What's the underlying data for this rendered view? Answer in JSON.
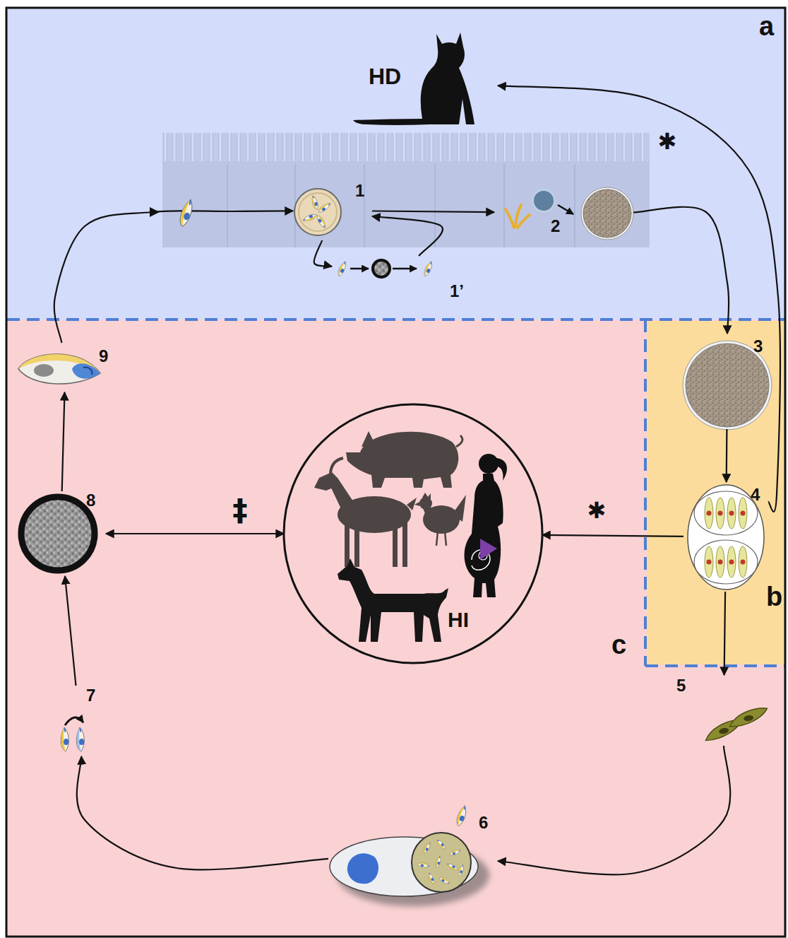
{
  "diagram": {
    "nodes": [
      {
        "text": [
          "a"
        ]
      },
      {
        "text": [
          "HD"
        ],
        "in": 0
      },
      {
        "text": [
          "1"
        ],
        "in": 0
      },
      {
        "text": [
          "1’"
        ],
        "in": 0
      },
      {
        "text": [
          "2"
        ],
        "in": 0
      },
      {
        "text": [
          "c"
        ]
      },
      {
        "text": [
          "b"
        ],
        "in": 5
      },
      {
        "text": [
          "3"
        ],
        "in": 6
      },
      {
        "text": [
          "4"
        ],
        "in": 6
      },
      {
        "text": [
          "HI"
        ],
        "in": 5
      },
      {
        "text": [
          "5"
        ],
        "in": 5
      },
      {
        "text": [
          "6"
        ],
        "in": 5
      },
      {
        "text": [
          "7"
        ],
        "in": 5
      },
      {
        "text": [
          "8"
        ],
        "in": 5
      },
      {
        "text": [
          "9"
        ],
        "in": 5
      }
    ],
    "edges": [
      {
        "from": 2,
        "to": 4,
        "arrow": "to"
      },
      {
        "from": 2,
        "to": 3,
        "arrow": "to"
      },
      {
        "from": 3,
        "to": 2,
        "arrow": "to"
      },
      {
        "from": 4,
        "to": 7,
        "arrow": "to"
      },
      {
        "from": 7,
        "to": 8,
        "arrow": "to"
      },
      {
        "from": 8,
        "to": 1,
        "arrow": "to",
        "label": "✱"
      },
      {
        "from": 8,
        "to": 9,
        "arrow": "to",
        "label": "✱"
      },
      {
        "from": 8,
        "to": 10,
        "arrow": "to"
      },
      {
        "from": 10,
        "to": 11,
        "arrow": "to"
      },
      {
        "from": 11,
        "to": 12,
        "arrow": "to"
      },
      {
        "from": 12,
        "to": 13,
        "arrow": "to"
      },
      {
        "from": 13,
        "to": 9,
        "arrow": "both",
        "label": "‡"
      },
      {
        "from": 13,
        "to": 14,
        "arrow": "to"
      },
      {
        "from": 14,
        "to": 2,
        "arrow": "to"
      }
    ]
  }
}
